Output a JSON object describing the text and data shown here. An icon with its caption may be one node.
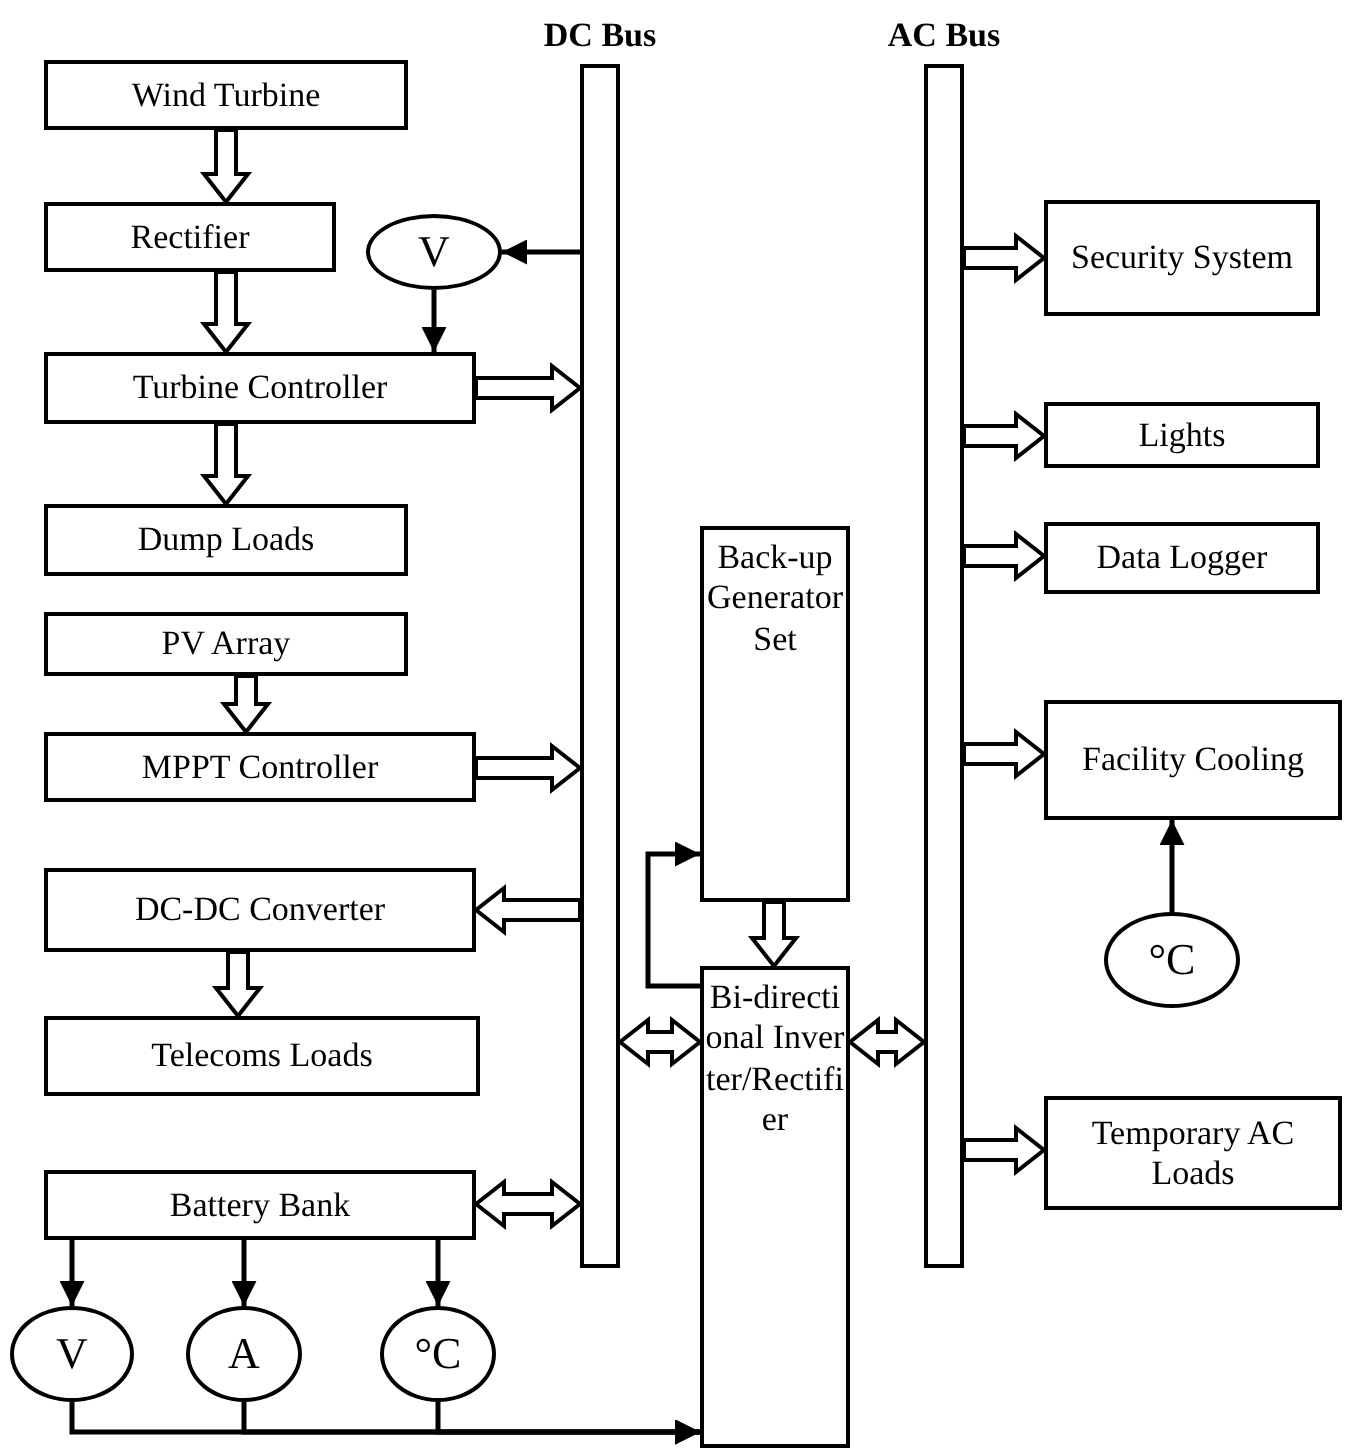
{
  "diagram": {
    "nodes": [
      {
        "text": [
          "DC Bus"
        ]
      },
      {
        "text": [
          "AC Bus"
        ]
      },
      {
        "text": [
          "Wind Turbine"
        ]
      },
      {
        "text": [
          "Rectifier"
        ]
      },
      {
        "text": [
          "V"
        ]
      },
      {
        "text": [
          "Turbine Controller"
        ]
      },
      {
        "text": [
          "Dump Loads"
        ]
      },
      {
        "text": [
          "PV Array"
        ]
      },
      {
        "text": [
          "MPPT Controller"
        ]
      },
      {
        "text": [
          "DC-DC Converter"
        ]
      },
      {
        "text": [
          "Telecoms Loads"
        ]
      },
      {
        "text": [
          "Battery Bank"
        ]
      },
      {
        "text": [
          "V"
        ]
      },
      {
        "text": [
          "A"
        ]
      },
      {
        "text": [
          "°C"
        ]
      },
      {
        "text": [
          "Back-up Generator Set"
        ]
      },
      {
        "text": [
          "Bi-directional Inverter/Rectifier"
        ]
      },
      {
        "text": [
          "Security System"
        ]
      },
      {
        "text": [
          "Lights"
        ]
      },
      {
        "text": [
          "Data Logger"
        ]
      },
      {
        "text": [
          "Facility Cooling"
        ]
      },
      {
        "text": [
          "°C"
        ]
      },
      {
        "text": [
          "Temporary AC Loads"
        ]
      }
    ],
    "edges": [
      {
        "from": 2,
        "to": 3,
        "arrow": "to",
        "style": "thick"
      },
      {
        "from": 3,
        "to": 5,
        "arrow": "to",
        "style": "thick"
      },
      {
        "from": 5,
        "to": 6,
        "arrow": "to",
        "style": "thick"
      },
      {
        "from": 0,
        "to": 4,
        "arrow": "to"
      },
      {
        "from": 4,
        "to": 5,
        "arrow": "to"
      },
      {
        "from": 5,
        "to": 0,
        "arrow": "to",
        "style": "thick"
      },
      {
        "from": 7,
        "to": 8,
        "arrow": "to",
        "style": "thick"
      },
      {
        "from": 8,
        "to": 0,
        "arrow": "to",
        "style": "thick"
      },
      {
        "from": 0,
        "to": 9,
        "arrow": "to",
        "style": "thick"
      },
      {
        "from": 9,
        "to": 10,
        "arrow": "to",
        "style": "thick"
      },
      {
        "from": 11,
        "to": 0,
        "arrow": "both",
        "style": "thick"
      },
      {
        "from": 11,
        "to": 12,
        "arrow": "to"
      },
      {
        "from": 11,
        "to": 13,
        "arrow": "to"
      },
      {
        "from": 11,
        "to": 14,
        "arrow": "to"
      },
      {
        "from": 12,
        "to": 16,
        "arrow": "to"
      },
      {
        "from": 13,
        "to": 16,
        "arrow": "to"
      },
      {
        "from": 14,
        "to": 16,
        "arrow": "to"
      },
      {
        "from": 16,
        "to": 15,
        "arrow": "to"
      },
      {
        "from": 15,
        "to": 16,
        "arrow": "to",
        "style": "thick"
      },
      {
        "from": 0,
        "to": 16,
        "arrow": "both",
        "style": "thick"
      },
      {
        "from": 16,
        "to": 1,
        "arrow": "both",
        "style": "thick"
      },
      {
        "from": 1,
        "to": 17,
        "arrow": "to",
        "style": "thick"
      },
      {
        "from": 1,
        "to": 18,
        "arrow": "to",
        "style": "thick"
      },
      {
        "from": 1,
        "to": 19,
        "arrow": "to",
        "style": "thick"
      },
      {
        "from": 1,
        "to": 20,
        "arrow": "to",
        "style": "thick"
      },
      {
        "from": 21,
        "to": 20,
        "arrow": "to"
      },
      {
        "from": 1,
        "to": 22,
        "arrow": "to",
        "style": "thick"
      }
    ]
  }
}
